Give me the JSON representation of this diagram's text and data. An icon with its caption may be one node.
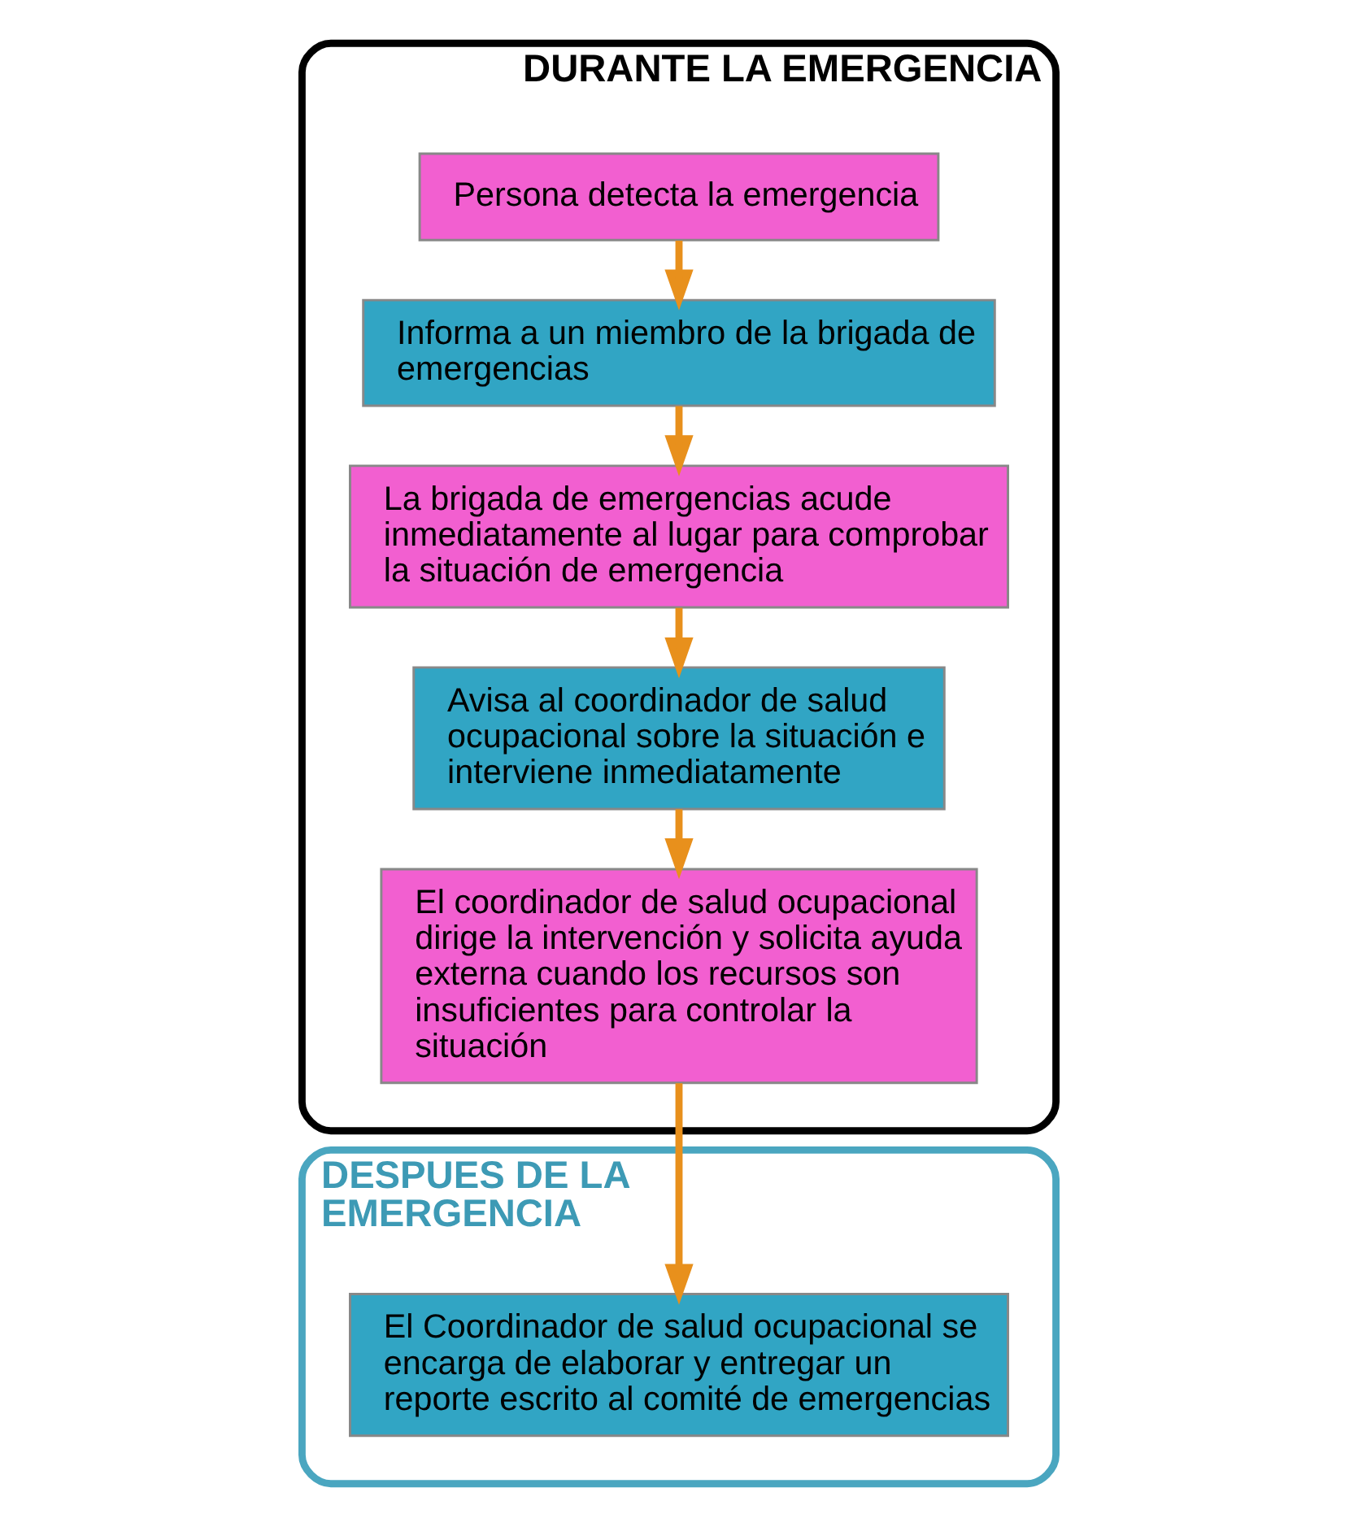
{
  "diagram": {
    "nodes": [
      {
        "text": [
          "DURANTE LA EMERGENCIA"
        ]
      },
      {
        "text": [
          "Persona detecta la emergencia"
        ],
        "in": 0
      },
      {
        "text": [
          "Informa a un miembro de la brigada de emergencias"
        ],
        "in": 0
      },
      {
        "text": [
          "La brigada de emergencias acude inmediatamente al lugar para comprobar la situación de emergencia"
        ],
        "in": 0
      },
      {
        "text": [
          "Avisa al coordinador de salud ocupacional sobre la situación e interviene inmediatamente"
        ],
        "in": 0
      },
      {
        "text": [
          "El coordinador de salud ocupacional dirige la intervención y solicita ayuda externa cuando los recursos son insuficientes para controlar la situación"
        ],
        "in": 0
      },
      {
        "text": [
          "DESPUES DE LA EMERGENCIA"
        ]
      },
      {
        "text": [
          "El Coordinador de salud ocupacional se encarga de elaborar y entregar un reporte escrito al comité de emergencias"
        ],
        "in": 6
      }
    ],
    "edges": [
      {
        "from": 1,
        "to": 2,
        "arrow": "to"
      },
      {
        "from": 2,
        "to": 3,
        "arrow": "to"
      },
      {
        "from": 3,
        "to": 4,
        "arrow": "to"
      },
      {
        "from": 4,
        "to": 5,
        "arrow": "to"
      },
      {
        "from": 5,
        "to": 7,
        "arrow": "to"
      }
    ]
  }
}
